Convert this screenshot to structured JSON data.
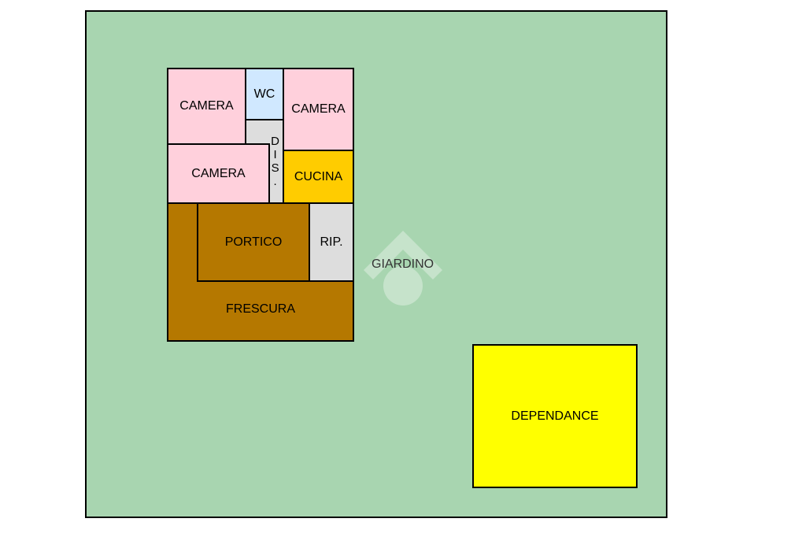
{
  "colors": {
    "garden": "#a8d5b0",
    "camera": "#ffd0dc",
    "wc": "#d0e8ff",
    "dis": "#dddddd",
    "cucina": "#ffcc00",
    "portico": "#b57800",
    "frescura": "#b57800",
    "rip": "#dddddd",
    "dependance": "#ffff00"
  },
  "plan": {
    "garden_label": "GIARDINO",
    "rooms": {
      "camera_1": "CAMERA",
      "wc": "WC",
      "camera_2": "CAMERA",
      "camera_3": "CAMERA",
      "dis_letters": [
        "D",
        "I",
        "S",
        "."
      ],
      "cucina": "CUCINA",
      "portico": "PORTICO",
      "rip": "RIP.",
      "frescura": "FRESCURA",
      "dependance": "DEPENDANCE"
    }
  }
}
